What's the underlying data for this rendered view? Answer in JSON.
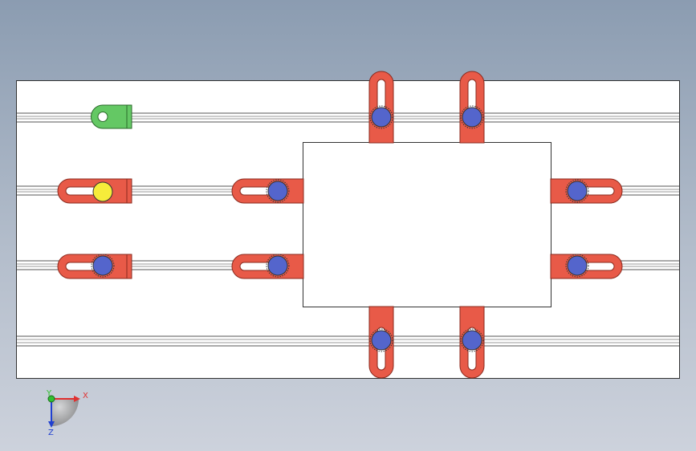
{
  "viewport": {
    "colors": {
      "background_top": "#8b9cb1",
      "background_bottom": "#cdd2dc",
      "plate": "#ffffff",
      "outline": "#333333",
      "clamp": "#e85a48",
      "clamp_edge": "#8a2a1e",
      "knob": "#5465cc",
      "knob_highlight": "#f6ec3a",
      "stop_block": "#64c864"
    },
    "components": {
      "base_plate": "base-plate",
      "workpiece": "workpiece",
      "rails": [
        "t-slot-rail-1",
        "t-slot-rail-2",
        "t-slot-rail-3",
        "t-slot-rail-4"
      ],
      "clamp_knob": "clamp-knob-icon",
      "selected_knob": "selected-knob-icon",
      "locator_stop": "locator-stop-block"
    }
  },
  "triad": {
    "x_label": "X",
    "y_label": "Y",
    "z_label": "Z",
    "x_color": "#e03030",
    "y_color": "#30c030",
    "z_color": "#2040d0"
  }
}
